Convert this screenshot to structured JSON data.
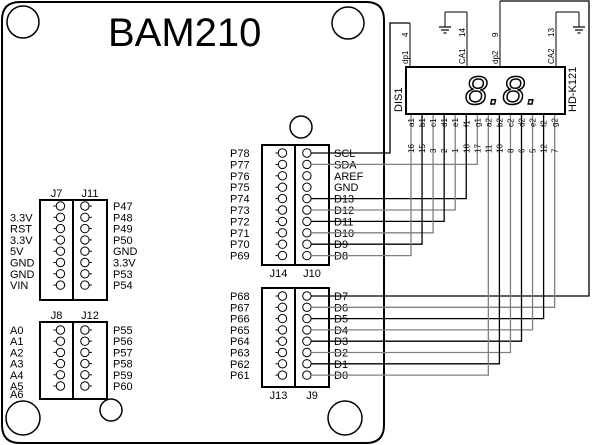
{
  "board": {
    "title": "BAM210",
    "headers": {
      "J7": {
        "label": "J7",
        "pins": [
          "",
          "3.3V",
          "RST",
          "3.3V",
          "5V",
          "GND",
          "GND",
          "VIN"
        ]
      },
      "J11": {
        "label": "J11",
        "pins": [
          "P47",
          "P48",
          "P49",
          "P50",
          "GND",
          "3.3V",
          "P53",
          "P54"
        ]
      },
      "J8": {
        "label": "J8",
        "pins": [
          "A0",
          "A1",
          "A2",
          "A3",
          "A4",
          "A5"
        ],
        "extra_label": "A6"
      },
      "J12": {
        "label": "J12",
        "pins": [
          "P55",
          "P56",
          "P57",
          "P58",
          "P59",
          "P60"
        ]
      },
      "J14": {
        "label": "J14",
        "pins": [
          "P78",
          "P77",
          "P76",
          "P75",
          "P74",
          "P73",
          "P72",
          "P71",
          "P70",
          "P69"
        ]
      },
      "J10": {
        "label": "J10",
        "pins": [
          "SCL",
          "SDA",
          "AREF",
          "GND",
          "D13",
          "D12",
          "D11",
          "D10",
          "D9",
          "D8"
        ]
      },
      "J13": {
        "label": "J13",
        "pins": [
          "P68",
          "P67",
          "P66",
          "P65",
          "P64",
          "P63",
          "P62",
          "P61"
        ]
      },
      "J9": {
        "label": "J9",
        "pins": [
          "D7",
          "D6",
          "D5",
          "D4",
          "D3",
          "D2",
          "D1",
          "D0"
        ]
      }
    }
  },
  "display": {
    "ref": "DIS1",
    "part": "HD-K121",
    "digits": "8.8.",
    "top_pins": [
      {
        "name": "dp1",
        "num": "4"
      },
      {
        "name": "CA1",
        "num": "14"
      },
      {
        "name": "dp2",
        "num": "9"
      },
      {
        "name": "CA2",
        "num": "13"
      }
    ],
    "bottom_pins": [
      {
        "name": "a1",
        "num": "16"
      },
      {
        "name": "b1",
        "num": "15"
      },
      {
        "name": "c1",
        "num": "3"
      },
      {
        "name": "d1",
        "num": "2"
      },
      {
        "name": "e1",
        "num": "1"
      },
      {
        "name": "f1",
        "num": "18"
      },
      {
        "name": "g1",
        "num": "17"
      },
      {
        "name": "a2",
        "num": "11"
      },
      {
        "name": "b2",
        "num": "10"
      },
      {
        "name": "c2",
        "num": "8"
      },
      {
        "name": "d2",
        "num": "6"
      },
      {
        "name": "e2",
        "num": "5"
      },
      {
        "name": "f2",
        "num": "12"
      },
      {
        "name": "g2",
        "num": "7"
      }
    ]
  },
  "connections": [
    {
      "from": "SCL",
      "to": "dp1"
    },
    {
      "from": "SDA",
      "to": "g1"
    },
    {
      "from": "D13",
      "to": "f1"
    },
    {
      "from": "D12",
      "to": "e1"
    },
    {
      "from": "D11",
      "to": "d1"
    },
    {
      "from": "D10",
      "to": "c1"
    },
    {
      "from": "D9",
      "to": "b1"
    },
    {
      "from": "D8",
      "to": "a1"
    },
    {
      "from": "D7",
      "to": "dp2"
    },
    {
      "from": "D6",
      "to": "g2"
    },
    {
      "from": "D5",
      "to": "f2"
    },
    {
      "from": "D4",
      "to": "e2"
    },
    {
      "from": "D3",
      "to": "d2"
    },
    {
      "from": "D2",
      "to": "c2"
    },
    {
      "from": "D1",
      "to": "b2"
    },
    {
      "from": "D0",
      "to": "a2"
    },
    {
      "from": "CA1",
      "to": "GND"
    },
    {
      "from": "CA2",
      "to": "GND"
    }
  ],
  "colors": {
    "line": "#000000",
    "alt_line": "#808080",
    "background": "#ffffff"
  }
}
